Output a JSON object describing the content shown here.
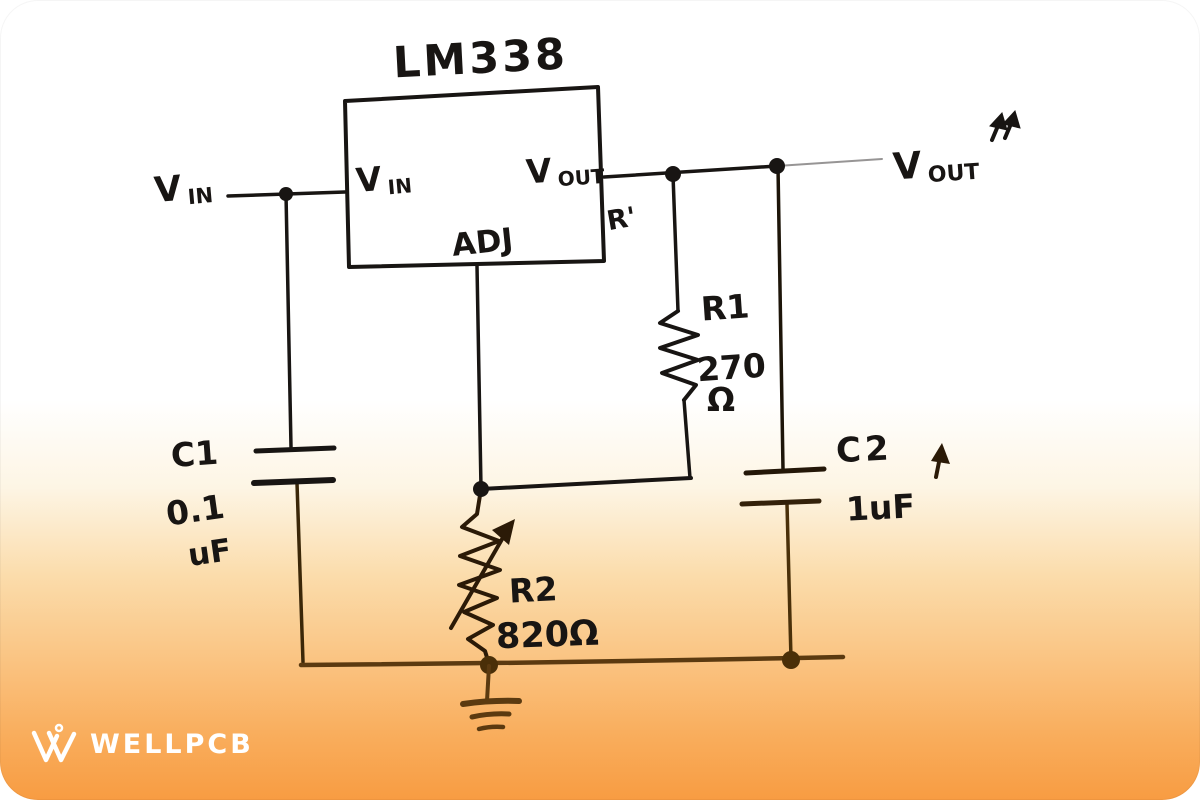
{
  "card": {
    "background_top": "#ffffff",
    "background_bottom": "#f89c42"
  },
  "schematic": {
    "title": "LM338",
    "ic": {
      "pin_vin": {
        "main": "V",
        "sub": "IN"
      },
      "pin_vout": {
        "main": "V",
        "sub": "OUT"
      },
      "pin_adj": "ADJ",
      "stray_mark": "R'"
    },
    "nets": {
      "input": {
        "main": "V",
        "sub": "IN"
      },
      "output": {
        "main": "V",
        "sub": "OUT"
      }
    },
    "components": {
      "c1": {
        "ref": "C1",
        "value": "0.1",
        "unit": "uF"
      },
      "r1": {
        "ref": "R1",
        "value": "270",
        "unit": "Ω"
      },
      "r2": {
        "ref": "R2",
        "value": "820Ω"
      },
      "c2": {
        "ref": "C2",
        "value": "1uF"
      }
    },
    "icons": {
      "output_arrows": "double-up-arrow",
      "c2_arrow": "up-arrow",
      "ground": "earth-ground"
    }
  },
  "watermark": {
    "brand": "WELLPCB"
  },
  "colors": {
    "ink": "#181513",
    "ink_brown": "#5b3a10",
    "ink_dark_brown": "#2b1a07",
    "orange": "#f89c42",
    "white": "#ffffff"
  }
}
